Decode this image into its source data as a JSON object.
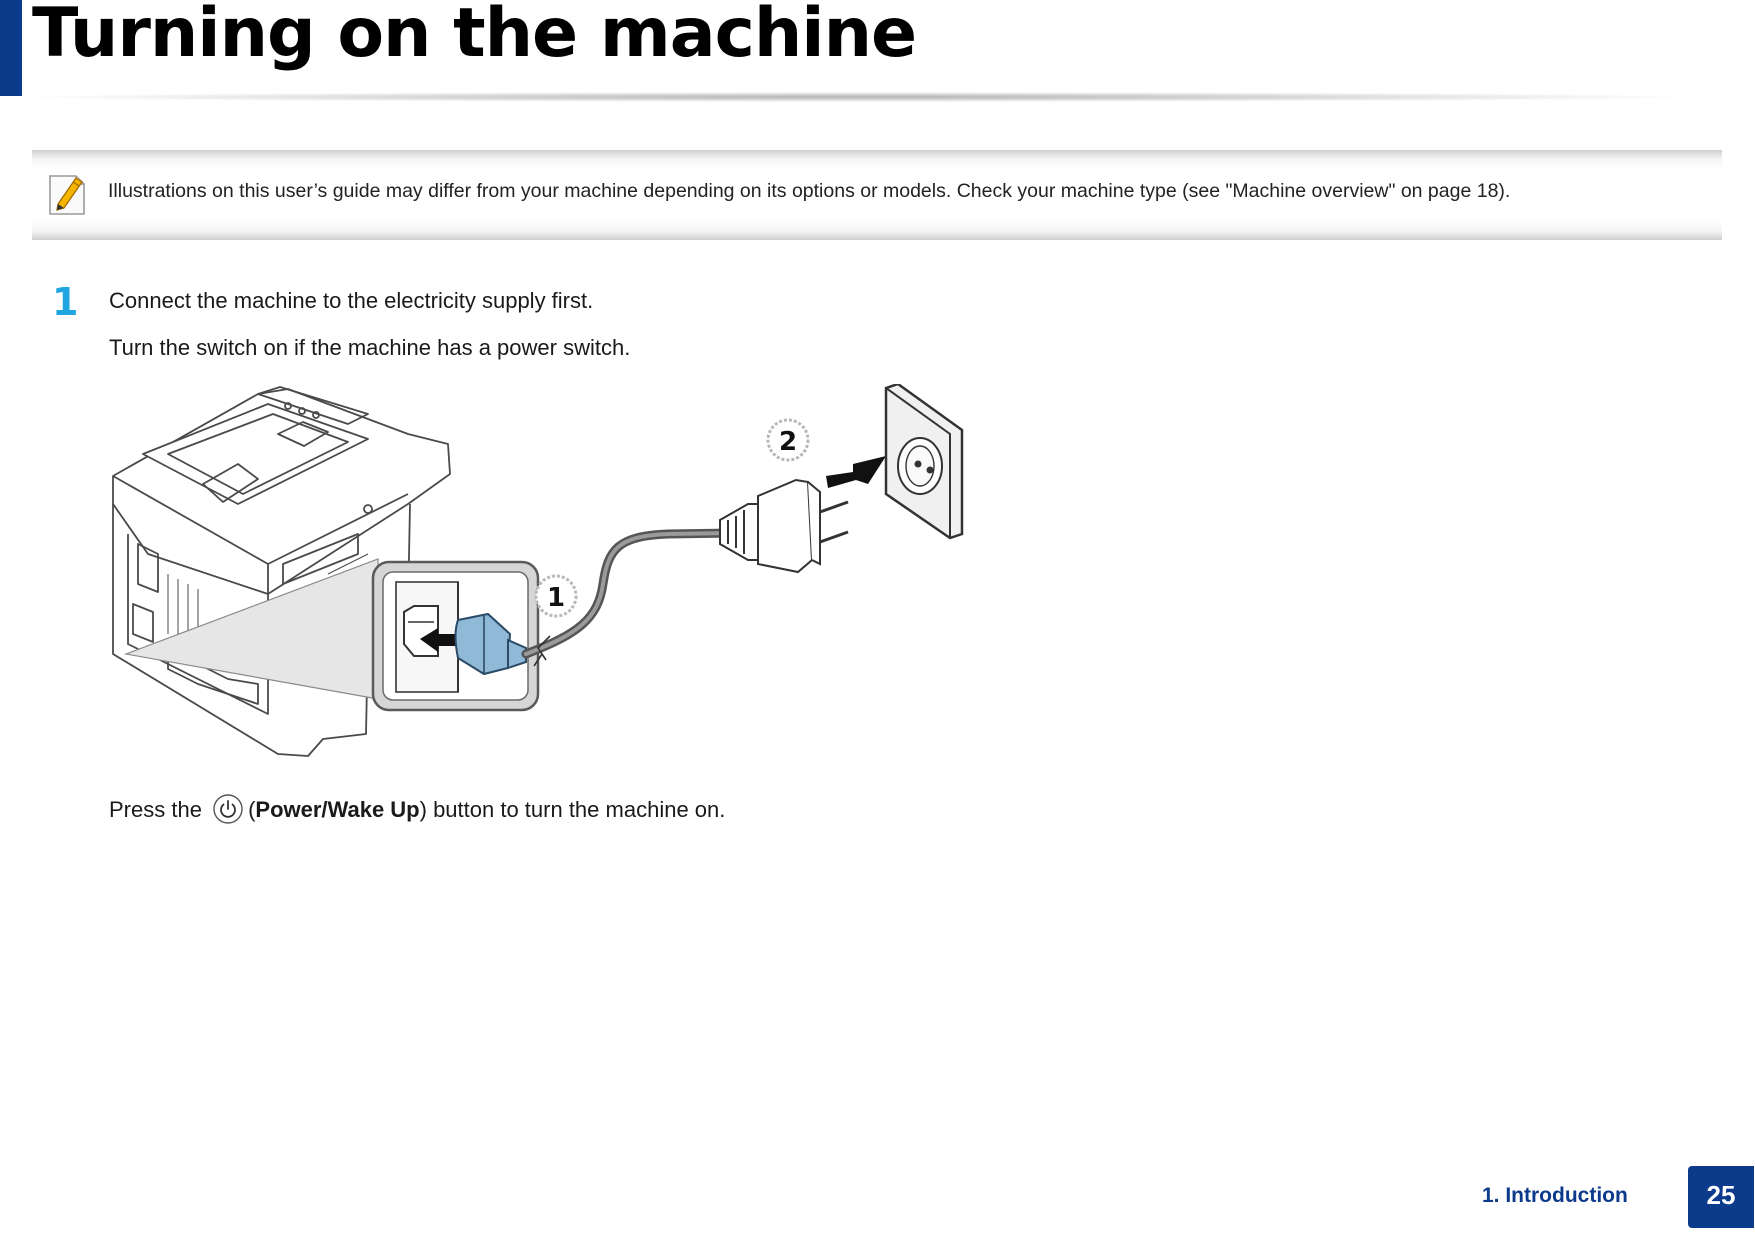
{
  "title": "Turning on the machine",
  "note": {
    "text": "Illustrations on this user’s guide may differ from your machine depending on its options or models. Check your machine type (see \"Machine overview\" on page 18).",
    "icon": "note-pencil-icon"
  },
  "step": {
    "number": "1",
    "line1": "Connect the machine to the electricity supply first.",
    "line2": "Turn the switch on if the machine has a power switch.",
    "press_prefix": "Press the",
    "button_name": "Power/Wake Up",
    "press_suffix": ") button to turn the machine on.",
    "open_paren": "("
  },
  "illustration": {
    "callout_1": "1",
    "callout_2": "2"
  },
  "footer": {
    "section": "1. Introduction",
    "page": "25"
  },
  "colors": {
    "brand_blue": "#0d3b8c",
    "step_cyan": "#1fa6e0",
    "plug_blue": "#8fb9d6"
  }
}
